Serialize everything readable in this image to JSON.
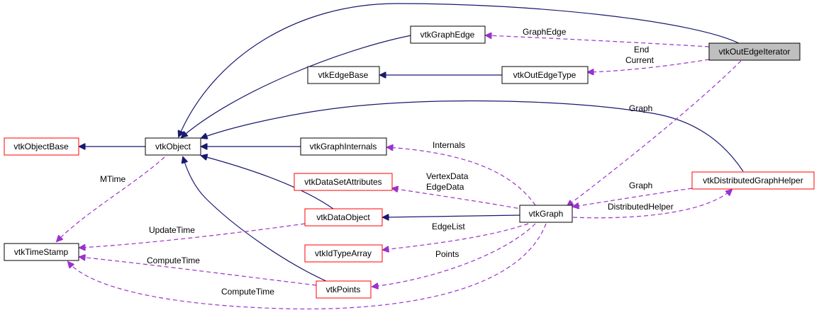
{
  "colors": {
    "inheritance_edge": "#191970",
    "usage_edge": "#9a32cd",
    "node_border_default": "#000000",
    "node_border_undocumented": "#ff0000",
    "focus_node_fill": "#bfbfbf"
  },
  "nodes": {
    "vtkOutEdgeIterator": "vtkOutEdgeIterator",
    "vtkGraphEdge": "vtkGraphEdge",
    "vtkEdgeBase": "vtkEdgeBase",
    "vtkOutEdgeType": "vtkOutEdgeType",
    "vtkObjectBase": "vtkObjectBase",
    "vtkObject": "vtkObject",
    "vtkGraphInternals": "vtkGraphInternals",
    "vtkDataSetAttributes": "vtkDataSetAttributes",
    "vtkDataObject": "vtkDataObject",
    "vtkGraph": "vtkGraph",
    "vtkDistributedGraphHelper": "vtkDistributedGraphHelper",
    "vtkTimeStamp": "vtkTimeStamp",
    "vtkIdTypeArray": "vtkIdTypeArray",
    "vtkPoints": "vtkPoints"
  },
  "edge_labels": {
    "graph_edge": "GraphEdge",
    "end": "End",
    "current": "Current",
    "graph_top": "Graph",
    "internals": "Internals",
    "vertex_data": "VertexData",
    "edge_data": "EdgeData",
    "graph_helper": "Graph",
    "distributed_helper": "DistributedHelper",
    "mtime": "MTime",
    "update_time": "UpdateTime",
    "edge_list": "EdgeList",
    "compute_time_1": "ComputeTime",
    "points": "Points",
    "compute_time_2": "ComputeTime"
  }
}
